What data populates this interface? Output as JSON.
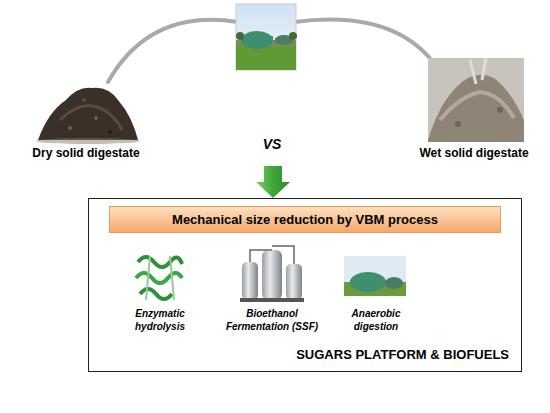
{
  "diagram": {
    "nodes": [
      {
        "text": [
          "SUGARS PLATFORM & BIOFUELS"
        ]
      },
      {
        "text": [
          "Mechanical size reduction by VBM process"
        ],
        "in": 0
      }
    ],
    "labels": [
      "Dry solid digestate",
      "VS",
      "Wet solid digestate",
      "Enzymatic hydrolysis",
      "Bioethanol Fermentation (SSF)",
      "Anaerobic digestion"
    ]
  }
}
